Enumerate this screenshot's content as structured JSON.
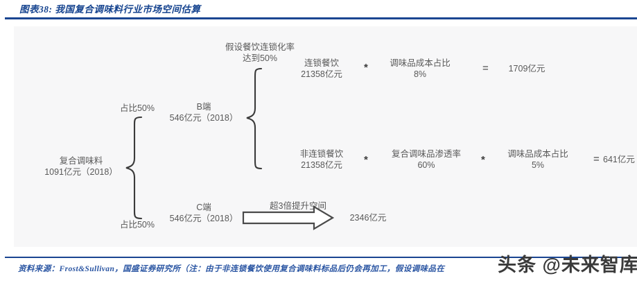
{
  "header": {
    "title": "图表38: 我国复合调味料行业市场空间估算",
    "accent_color": "#1a4591"
  },
  "footer": {
    "source": "资料来源：Frost&Sullivan，国盛证券研究所（注：由于非连锁餐饮使用复合调味料标品后仍会再加工，假设调味品在",
    "watermark": "头条 @未来智库"
  },
  "diagram": {
    "root": {
      "line1": "复合调味料",
      "line2": "1091亿元（2018）"
    },
    "split_top_label": "占比50%",
    "split_bottom_label": "占比50%",
    "b_channel": {
      "line1": "B端",
      "line2": "546亿元（2018）"
    },
    "c_channel": {
      "line1": "C端",
      "line2": "546亿元（2018）"
    },
    "assumption": {
      "line1": "假设餐饮连锁化率",
      "line2": "达到50%"
    },
    "chain_row": {
      "term1_line1": "连锁餐饮",
      "term1_line2": "21358亿元",
      "op1": "*",
      "term2_line1": "调味品成本占比",
      "term2_line2": "8%",
      "equals": "=",
      "result": "1709亿元"
    },
    "nonchain_row": {
      "term1_line1": "非连锁餐饮",
      "term1_line2": "21358亿元",
      "op1": "*",
      "term2_line1": "复合调味品渗透率",
      "term2_line2": "60%",
      "op2": "*",
      "term3_line1": "调味品成本占比",
      "term3_line2": "5%",
      "equals": "=",
      "result": "641亿元"
    },
    "c_growth": {
      "arrow_label": "超3倍提升空间",
      "result": "2346亿元"
    }
  },
  "chart_data": {
    "type": "diagram",
    "title": "我国复合调味料行业市场空间估算",
    "nodes": [
      {
        "id": "root",
        "label": "复合调味料 1091亿元（2018）",
        "value": 1091,
        "unit": "亿元",
        "year": 2018
      },
      {
        "id": "b_end",
        "label": "B端 546亿元（2018）",
        "value": 546,
        "unit": "亿元",
        "year": 2018,
        "share": "占比50%"
      },
      {
        "id": "c_end",
        "label": "C端 546亿元（2018）",
        "value": 546,
        "unit": "亿元",
        "year": 2018,
        "share": "占比50%"
      },
      {
        "id": "chain_dining",
        "label": "连锁餐饮 21358亿元",
        "value": 21358,
        "unit": "亿元",
        "assumption": "假设餐饮连锁化率达到50%"
      },
      {
        "id": "nonchain_dining",
        "label": "非连锁餐饮 21358亿元",
        "value": 21358,
        "unit": "亿元"
      },
      {
        "id": "chain_result",
        "label": "1709亿元",
        "value": 1709,
        "unit": "亿元"
      },
      {
        "id": "nonchain_result",
        "label": "641亿元",
        "value": 641,
        "unit": "亿元"
      },
      {
        "id": "c_result",
        "label": "2346亿元",
        "value": 2346,
        "unit": "亿元",
        "note": "超3倍提升空间"
      }
    ],
    "formulas": [
      "连锁餐饮 21358亿元 * 调味品成本占比 8% = 1709亿元",
      "非连锁餐饮 21358亿元 * 复合调味品渗透率 60% * 调味品成本占比 5% = 641亿元",
      "C端 546亿元 -> 超3倍提升空间 -> 2346亿元"
    ],
    "source": "Frost&Sullivan，国盛证券研究所"
  }
}
